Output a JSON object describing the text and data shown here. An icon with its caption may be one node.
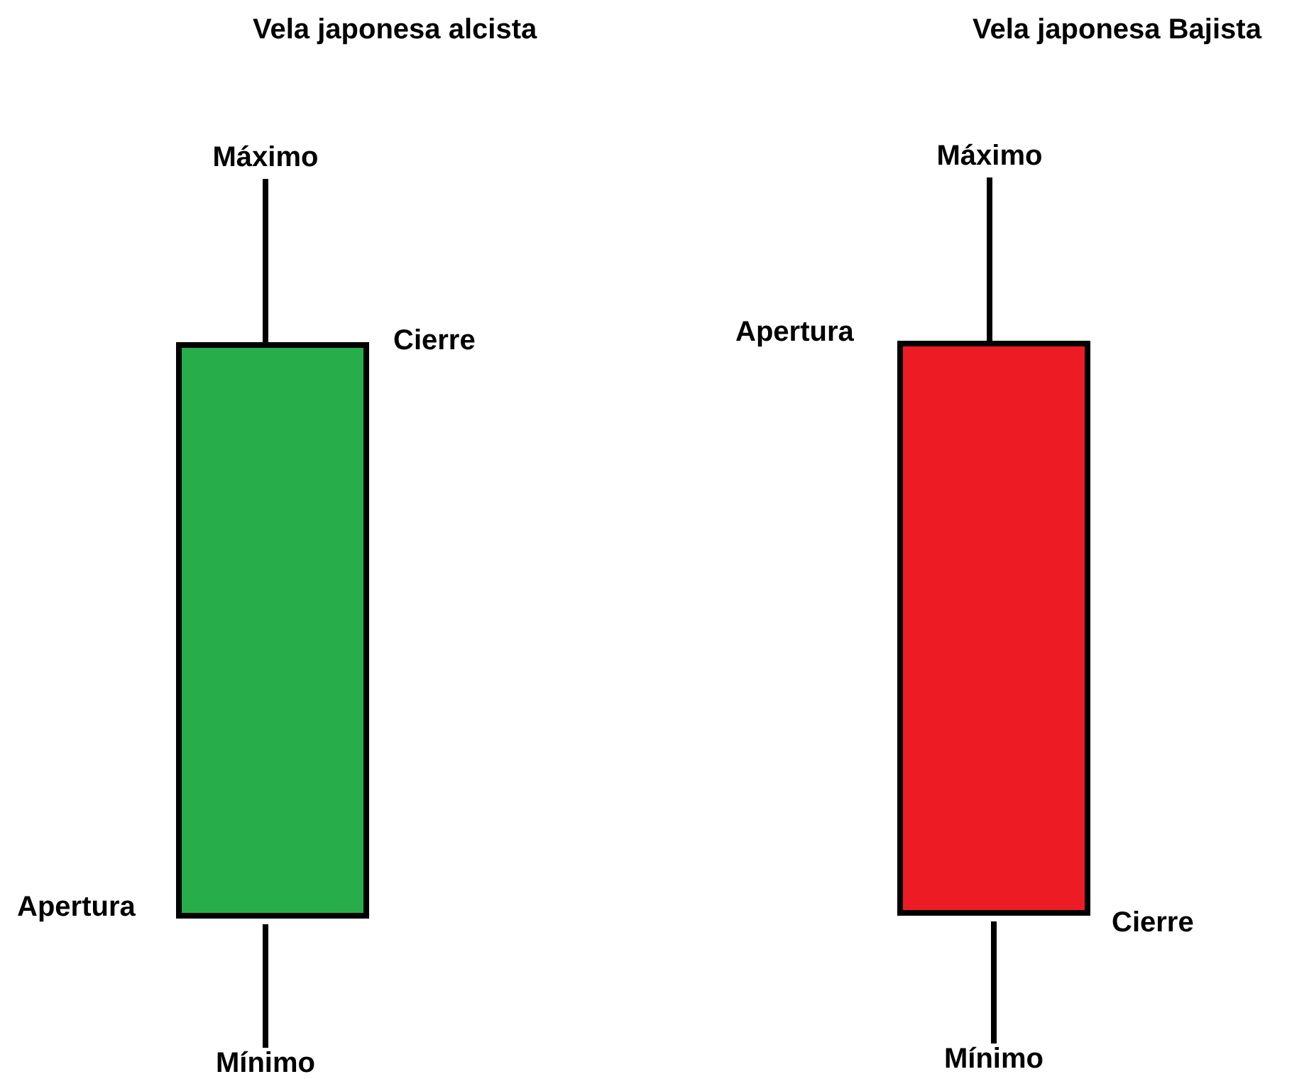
{
  "diagram": {
    "nodes": [
      {
        "text": [
          "Máximo"
        ]
      },
      {
        "text": [],
        "shape": "bar",
        "beside": [
          "Cierre",
          "Apertura"
        ]
      },
      {
        "text": [
          "Mínimo"
        ]
      },
      {
        "text": [
          "Máximo"
        ]
      },
      {
        "text": [],
        "shape": "bar",
        "beside": [
          "Apertura",
          "Cierre"
        ]
      },
      {
        "text": [
          "Mínimo"
        ]
      }
    ],
    "edges": [
      {
        "from": 0,
        "to": 1,
        "arrow": "none"
      },
      {
        "from": 1,
        "to": 2,
        "arrow": "none"
      },
      {
        "from": 3,
        "to": 4,
        "arrow": "none"
      },
      {
        "from": 4,
        "to": 5,
        "arrow": "none"
      }
    ],
    "labels": [
      "Vela japonesa alcista",
      "Vela japonesa Bajista"
    ]
  }
}
